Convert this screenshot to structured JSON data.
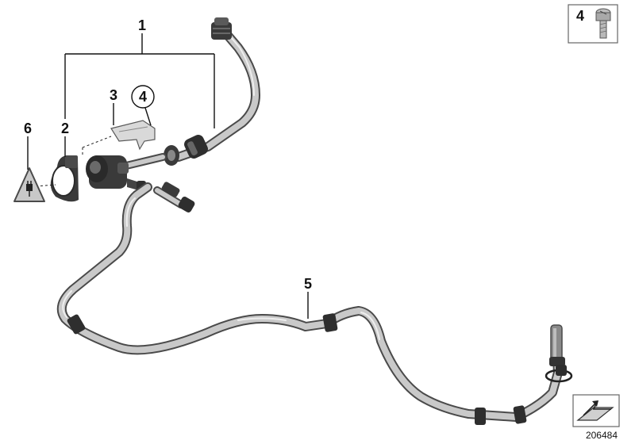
{
  "callouts": {
    "c1": "1",
    "c2": "2",
    "c3": "3",
    "c4": "4",
    "c5": "5",
    "c6": "6",
    "inset_screw": "4"
  },
  "document_number": "206484",
  "colors": {
    "hose": "#c9c9c9",
    "dark_part": "#3a3a3a",
    "warning_fill": "#c8c8c8"
  }
}
